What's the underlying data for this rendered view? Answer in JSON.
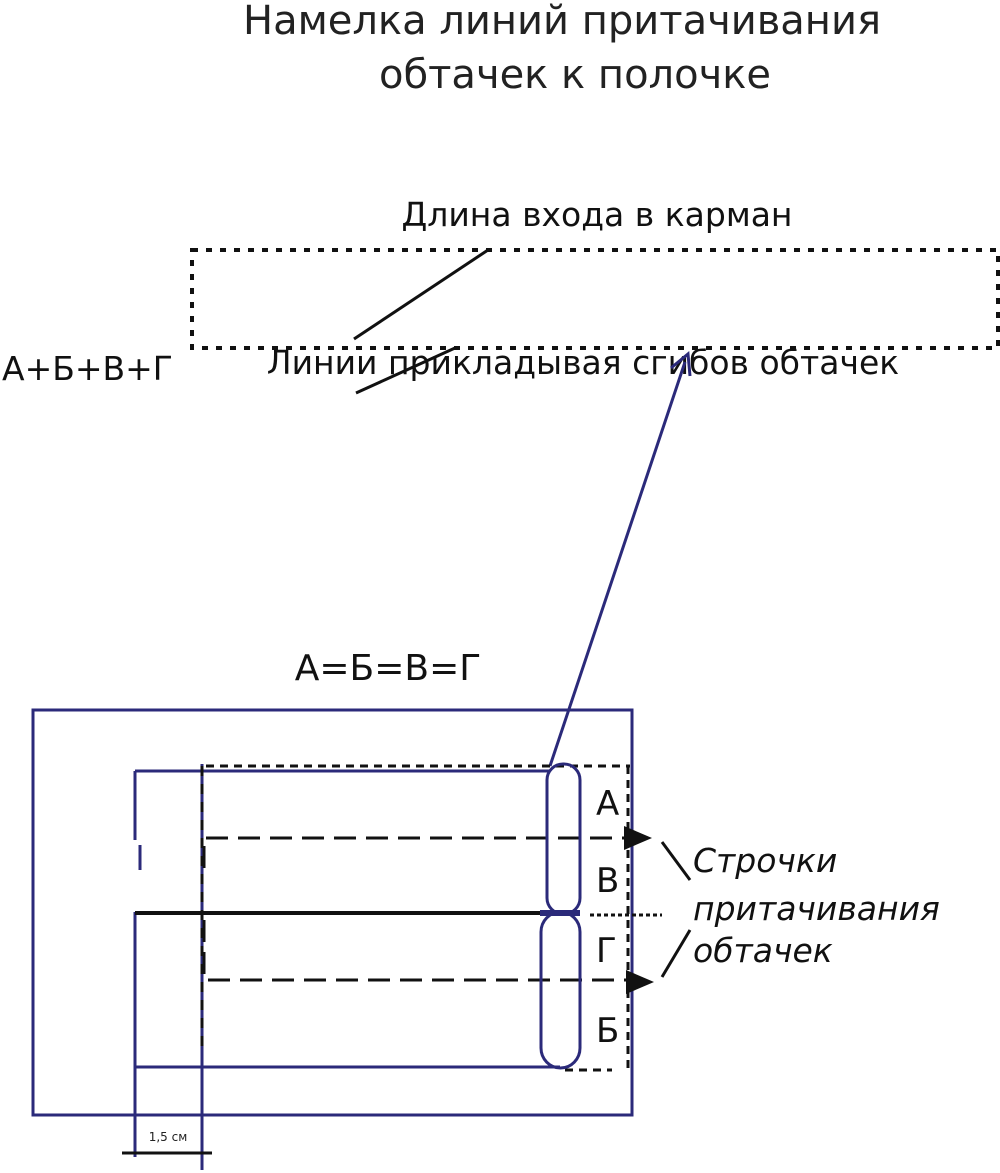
{
  "title": {
    "line1": "Намелка линий притачивания",
    "line2": "обтачек к полочке"
  },
  "top_diagram": {
    "width_label": "Длина входа в карман",
    "height_label": "А+Б+В+Г",
    "inner_label": "Линии прикладывая сгибов обтачек"
  },
  "bottom_diagram": {
    "equality_label": "А=Б=В=Г",
    "letters": {
      "a": "А",
      "v": "В",
      "g": "Г",
      "b": "Б"
    },
    "stitch_label": {
      "line1": "Строчки",
      "line2": "притачивания",
      "line3": "обтачек"
    },
    "allowance_label": "1,5 см"
  },
  "colors": {
    "outline": "#2b2a7a",
    "ink": "#111111"
  }
}
